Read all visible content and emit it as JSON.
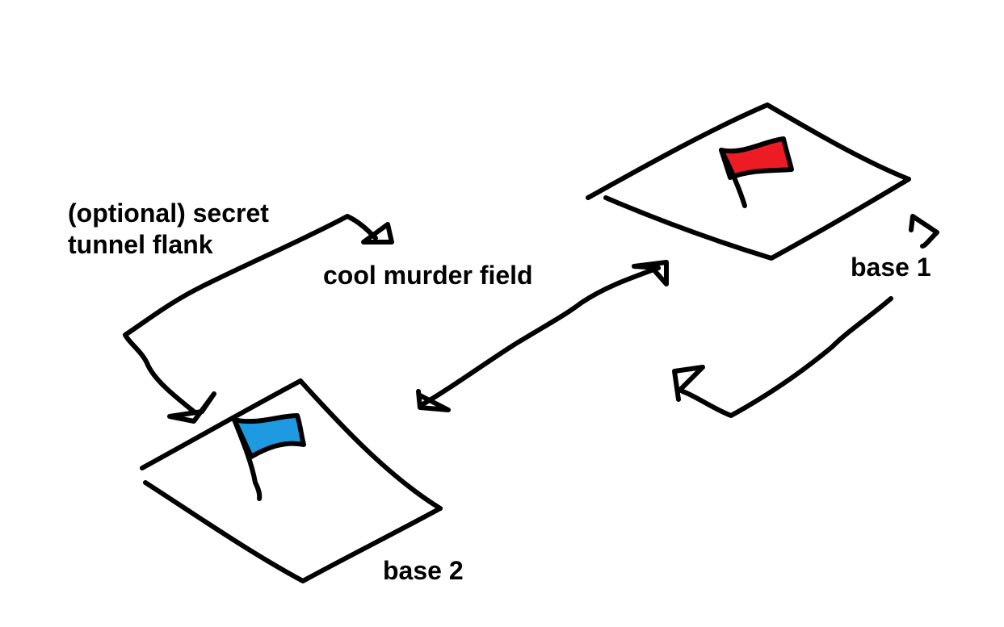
{
  "labels": {
    "tunnel_line1": "(optional) secret",
    "tunnel_line2": "tunnel flank",
    "field": "cool murder field",
    "base1": "base 1",
    "base2": "base 2"
  },
  "colors": {
    "stroke": "#000000",
    "base1_flag": "#ed1c24",
    "base2_flag": "#1e9be0",
    "background": "#ffffff"
  }
}
